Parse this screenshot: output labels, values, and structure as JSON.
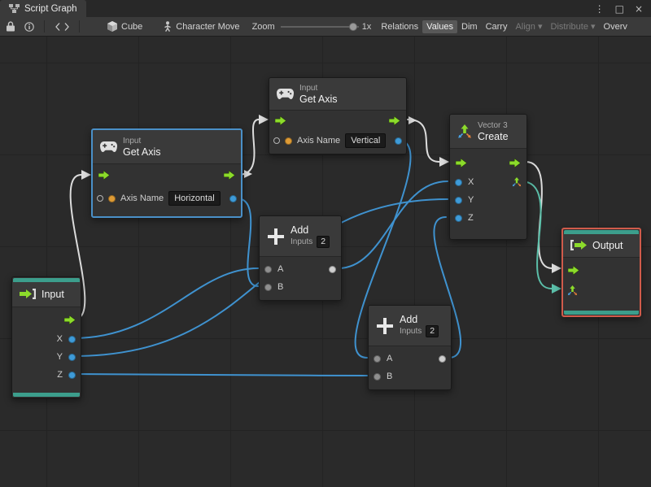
{
  "window": {
    "tab_title": "Script Graph",
    "icons": {
      "menu": "⋮",
      "maximize": "□",
      "close": "×"
    }
  },
  "toolbar": {
    "cube_label": "Cube",
    "character_label": "Character Move",
    "zoom_label": "Zoom",
    "zoom_value": "1x",
    "buttons": [
      {
        "label": "Relations",
        "state": "normal"
      },
      {
        "label": "Values",
        "state": "active"
      },
      {
        "label": "Dim",
        "state": "normal"
      },
      {
        "label": "Carry",
        "state": "normal"
      },
      {
        "label": "Align ▾",
        "state": "disabled"
      },
      {
        "label": "Distribute ▾",
        "state": "disabled"
      },
      {
        "label": "Overv",
        "state": "normal"
      }
    ]
  },
  "nodes": {
    "get_axis_h": {
      "category": "Input",
      "title": "Get Axis",
      "field_label": "Axis Name",
      "field_value": "Horizontal",
      "selected": true
    },
    "get_axis_v": {
      "category": "Input",
      "title": "Get Axis",
      "field_label": "Axis Name",
      "field_value": "Vertical"
    },
    "add_1": {
      "title": "Add",
      "inputs_label": "Inputs",
      "inputs_count": "2",
      "port_a": "A",
      "port_b": "B"
    },
    "add_2": {
      "title": "Add",
      "inputs_label": "Inputs",
      "inputs_count": "2",
      "port_a": "A",
      "port_b": "B"
    },
    "vector3": {
      "category": "Vector 3",
      "title": "Create",
      "port_x": "X",
      "port_y": "Y",
      "port_z": "Z"
    },
    "input": {
      "title": "Input",
      "port_x": "X",
      "port_y": "Y",
      "port_z": "Z"
    },
    "output": {
      "title": "Output",
      "highlighted": true
    }
  },
  "connections": [
    {
      "from": "graph-input.trigger",
      "to": "get-axis-horizontal.invoke",
      "type": "control"
    },
    {
      "from": "get-axis-horizontal.exit",
      "to": "get-axis-vertical.invoke",
      "type": "control"
    },
    {
      "from": "get-axis-vertical.exit",
      "to": "vector3-create.invoke",
      "type": "control"
    },
    {
      "from": "vector3-create.exit",
      "to": "graph-output.invoke",
      "type": "control"
    },
    {
      "from": "graph-input.x",
      "to": "add-1.a",
      "type": "value"
    },
    {
      "from": "get-axis-horizontal.result",
      "to": "add-1.b",
      "type": "value"
    },
    {
      "from": "graph-input.y",
      "to": "vector3-create.y",
      "type": "value"
    },
    {
      "from": "graph-input.z",
      "to": "add-2.b",
      "type": "value"
    },
    {
      "from": "get-axis-vertical.result",
      "to": "add-2.a",
      "type": "value"
    },
    {
      "from": "add-1.sum",
      "to": "vector3-create.x",
      "type": "value"
    },
    {
      "from": "add-2.sum",
      "to": "vector3-create.z",
      "type": "value"
    },
    {
      "from": "vector3-create.result",
      "to": "graph-output.value",
      "type": "vector3"
    }
  ],
  "colors": {
    "selection_blue": "#4a90c8",
    "highlight_red": "#d05b4b",
    "event_teal": "#3c9e8c",
    "control_wire": "#dcdcdc",
    "value_wire": "#3f92cf",
    "vector_wire": "#5bbfa9",
    "flow_green": "#8cdb2b",
    "float_port_blue": "#3e9bd8",
    "string_port_orange": "#de9b35"
  }
}
